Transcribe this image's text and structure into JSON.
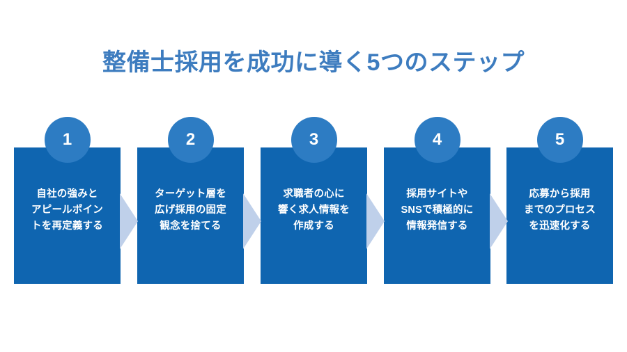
{
  "slide": {
    "title": "整備士採用を成功に導く5つのステップ",
    "background_color": "#ffffff",
    "title_color": "#3d7cbf"
  },
  "theme": {
    "box_color": "#0f65b0",
    "badge_color": "#2d7cc3",
    "arrow_color": "#bfd0ea",
    "text_color": "#ffffff"
  },
  "steps": [
    {
      "number": "1",
      "lines": [
        "自社の強みと",
        "アピールポイン",
        "トを再定義する"
      ],
      "text": "自社の強みとアピールポイントを再定義する"
    },
    {
      "number": "2",
      "lines": [
        "ターゲット層を",
        "広げ採用の固定",
        "観念を捨てる"
      ],
      "text": "ターゲット層を広げ採用の固定観念を捨てる"
    },
    {
      "number": "3",
      "lines": [
        "求職者の心に",
        "響く求人情報を",
        "作成する"
      ],
      "text": "求職者の心に響く求人情報を作成する"
    },
    {
      "number": "4",
      "lines": [
        "採用サイトや",
        "SNSで積極的に",
        "情報発信する"
      ],
      "text": "採用サイトやSNSで積極的に情報発信する"
    },
    {
      "number": "5",
      "lines": [
        "応募から採用",
        "までのプロセス",
        "を迅速化する"
      ],
      "text": "応募から採用までのプロセスを迅速化する"
    }
  ],
  "connectors": [
    {
      "name": "arrow-1-to-2"
    },
    {
      "name": "arrow-2-to-3"
    },
    {
      "name": "arrow-3-to-4"
    },
    {
      "name": "arrow-4-to-5"
    }
  ]
}
